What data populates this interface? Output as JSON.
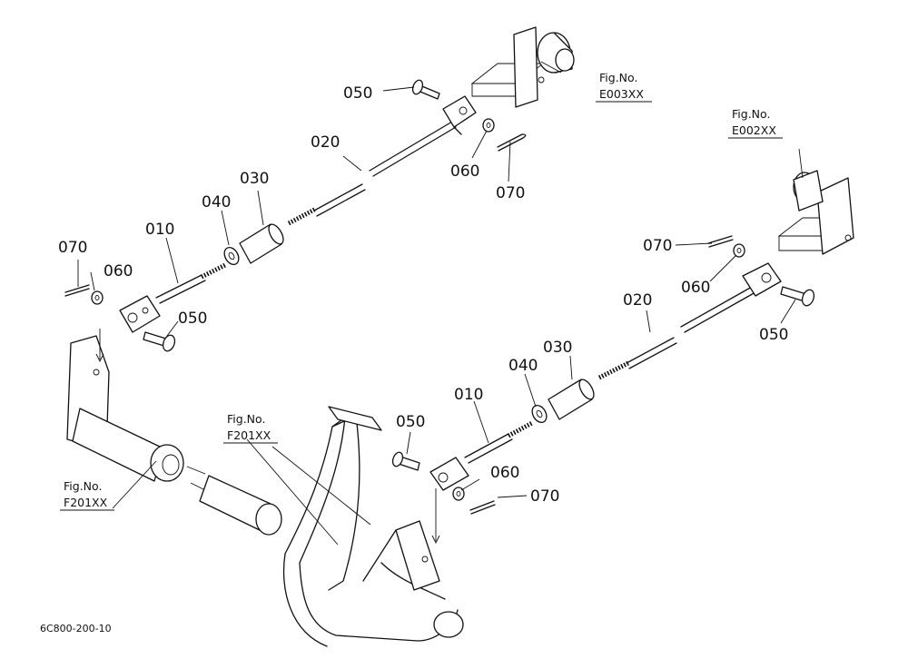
{
  "figure_refs": {
    "top_right_label": "Fig.No.",
    "top_right_code": "E003XX",
    "right_label": "Fig.No.",
    "right_code": "E002XX",
    "pedal_label": "Fig.No.",
    "pedal_code": "F201XX",
    "left_label": "Fig.No.",
    "left_code": "F201XX"
  },
  "parts_upper": {
    "p010": "010",
    "p020": "020",
    "p030": "030",
    "p040": "040",
    "p050_top": "050",
    "p050_bottom": "050",
    "p060_right": "060",
    "p060_left": "060",
    "p070_right": "070",
    "p070_left": "070"
  },
  "parts_lower": {
    "p010": "010",
    "p020": "020",
    "p030": "030",
    "p040": "040",
    "p050_left": "050",
    "p050_right": "050",
    "p060_top": "060",
    "p060_bottom": "060",
    "p070_top": "070",
    "p070_bottom": "070"
  },
  "drawing_code": "6C800-200-10"
}
